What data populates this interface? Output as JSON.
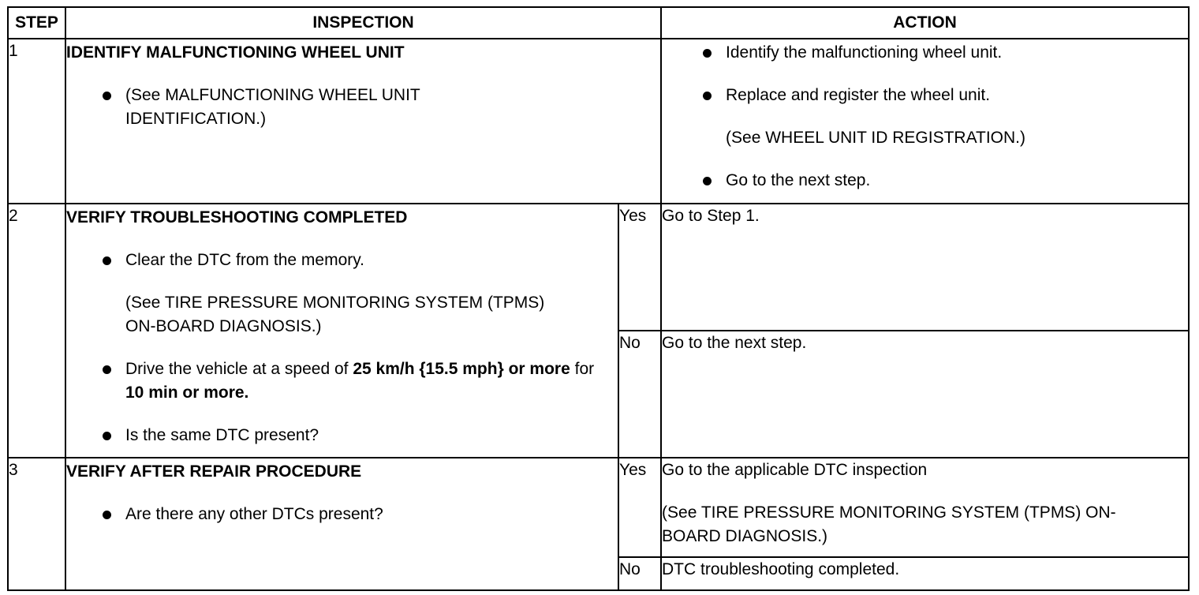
{
  "header": {
    "step": "STEP",
    "inspection": "INSPECTION",
    "action": "ACTION"
  },
  "steps": [
    {
      "number": "1",
      "title": "IDENTIFY MALFUNCTIONING WHEEL UNIT",
      "inspection_bullets": [
        "(See MALFUNCTIONING WHEEL UNIT IDENTIFICATION.)"
      ],
      "action_bullets": [
        "Identify the malfunctioning wheel unit.",
        "Replace and register the wheel unit."
      ],
      "action_note": "(See WHEEL UNIT ID REGISTRATION.)",
      "action_last_bullet": "Go to the next step."
    },
    {
      "number": "2",
      "title": "VERIFY TROUBLESHOOTING COMPLETED",
      "bullet1": "Clear the DTC from the memory.",
      "bullet1_note": "(See TIRE PRESSURE MONITORING SYSTEM (TPMS) ON-BOARD DIAGNOSIS.)",
      "bullet2_parts": {
        "a": "Drive the vehicle at a speed of ",
        "b_bold": "25 km/h {15.5 mph} or more",
        "c": " for ",
        "d_bold": "10 min or more."
      },
      "bullet3": "Is the same DTC present?",
      "yes_label": "Yes",
      "yes_action": "Go to Step 1.",
      "no_label": "No",
      "no_action": "Go to the next step."
    },
    {
      "number": "3",
      "title": "VERIFY AFTER REPAIR PROCEDURE",
      "bullet1": "Are there any other DTCs present?",
      "yes_label": "Yes",
      "yes_action": "Go to the applicable DTC inspection",
      "yes_note": "(See TIRE PRESSURE MONITORING SYSTEM (TPMS) ON-BOARD DIAGNOSIS.)",
      "no_label": "No",
      "no_action": "DTC troubleshooting completed."
    }
  ]
}
